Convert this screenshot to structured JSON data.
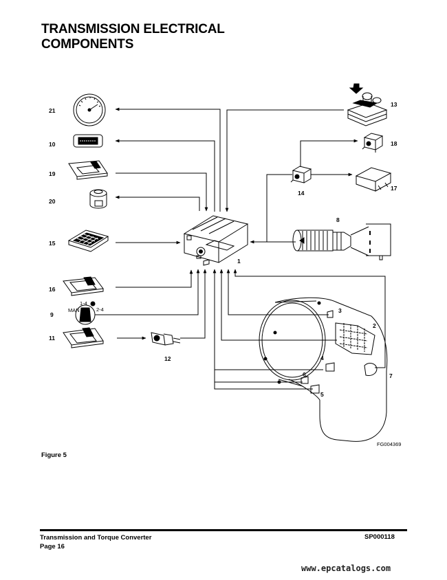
{
  "title": {
    "line1": "TRANSMISSION ELECTRICAL",
    "line2": "COMPONENTS"
  },
  "diagram": {
    "labels": {
      "c1": "1",
      "c2": "2",
      "c3": "3",
      "c4": "4",
      "c5": "5",
      "c6": "6",
      "c7": "7",
      "c8": "8",
      "c9": "9",
      "c10": "10",
      "c11": "11",
      "c12": "12",
      "c13": "13",
      "c14": "14",
      "c15": "15",
      "c16": "16",
      "c17": "17",
      "c18": "18",
      "c19": "19",
      "c20": "20",
      "c21": "21"
    },
    "switch_marks": {
      "a": "1-4",
      "b": "MAN",
      "c": "2-4"
    },
    "figure_code": "FG004369"
  },
  "caption": "Figure 5",
  "footer": {
    "left_line1": "Transmission and Torque Converter",
    "left_line2": "Page 16",
    "right": "SP000118"
  },
  "watermark": "www.epcatalogs.com"
}
